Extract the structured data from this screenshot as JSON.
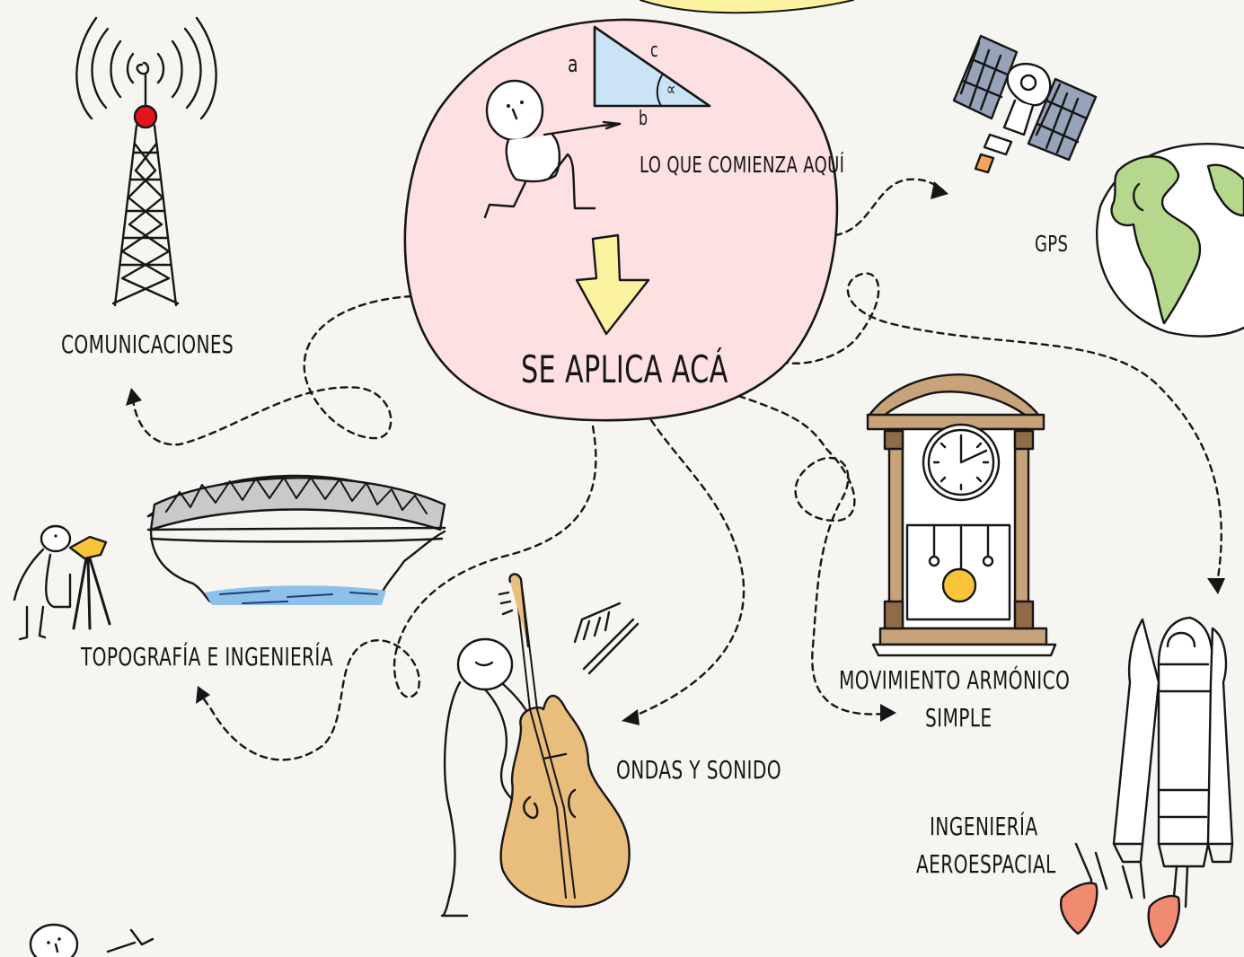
{
  "center": {
    "top_text": "LO QUE COMIENZA AQUÍ",
    "bottom_text": "SE APLICA ACÁ",
    "triangle_labels": {
      "a": "a",
      "b": "b",
      "c": "c",
      "angle": "∝"
    },
    "fill_color": "#fde0e2",
    "arrow_color": "#fbf3a0"
  },
  "applications": [
    {
      "id": "communications",
      "label": "COMUNICACIONES",
      "icon": "radio-tower-icon"
    },
    {
      "id": "gps",
      "label": "GPS",
      "icon": "satellite-earth-icon"
    },
    {
      "id": "topography",
      "label": "TOPOGRAFÍA E INGENIERÍA",
      "icon": "bridge-surveyor-icon"
    },
    {
      "id": "waves",
      "label": "ONDAS Y SONIDO",
      "icon": "double-bass-icon"
    },
    {
      "id": "harmonic",
      "label_line1": "MOVIMIENTO ARMÓNICO",
      "label_line2": "SIMPLE",
      "icon": "pendulum-clock-icon"
    },
    {
      "id": "aerospace",
      "label_line1": "INGENIERÍA",
      "label_line2": "AEROESPACIAL",
      "icon": "space-shuttle-icon"
    }
  ],
  "colors": {
    "tower_light": "#e3161c",
    "water": "#8ec1ea",
    "instrument": "#e9bd7c",
    "clock_wood": "#c8a278",
    "pendulum": "#f8c43a",
    "earth_land": "#b6d88c",
    "satellite_panel": "#96a3b8",
    "flame": "#f08a70"
  }
}
